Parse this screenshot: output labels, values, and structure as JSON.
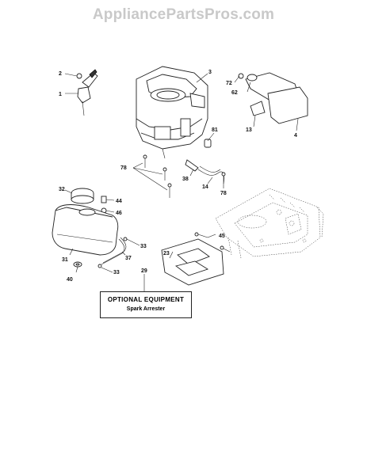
{
  "watermark": "AppliancePartsPros.com",
  "callouts": [
    {
      "id": "c2",
      "label": "2"
    },
    {
      "id": "c1",
      "label": "1"
    },
    {
      "id": "c3",
      "label": "3"
    },
    {
      "id": "c72",
      "label": "72"
    },
    {
      "id": "c62",
      "label": "62"
    },
    {
      "id": "c13",
      "label": "13"
    },
    {
      "id": "c4",
      "label": "4"
    },
    {
      "id": "c81",
      "label": "81"
    },
    {
      "id": "c78a",
      "label": "78"
    },
    {
      "id": "c38",
      "label": "38"
    },
    {
      "id": "c14",
      "label": "14"
    },
    {
      "id": "c78b",
      "label": "78"
    },
    {
      "id": "c32",
      "label": "32"
    },
    {
      "id": "c44",
      "label": "44"
    },
    {
      "id": "c46",
      "label": "46"
    },
    {
      "id": "c33a",
      "label": "33"
    },
    {
      "id": "c31",
      "label": "31"
    },
    {
      "id": "c37",
      "label": "37"
    },
    {
      "id": "c40",
      "label": "40"
    },
    {
      "id": "c33b",
      "label": "33"
    },
    {
      "id": "c29",
      "label": "29"
    },
    {
      "id": "c45",
      "label": "45"
    },
    {
      "id": "c23",
      "label": "23"
    }
  ],
  "optional_box": {
    "title": "OPTIONAL EQUIPMENT",
    "subtitle": "Spark Arrester"
  }
}
